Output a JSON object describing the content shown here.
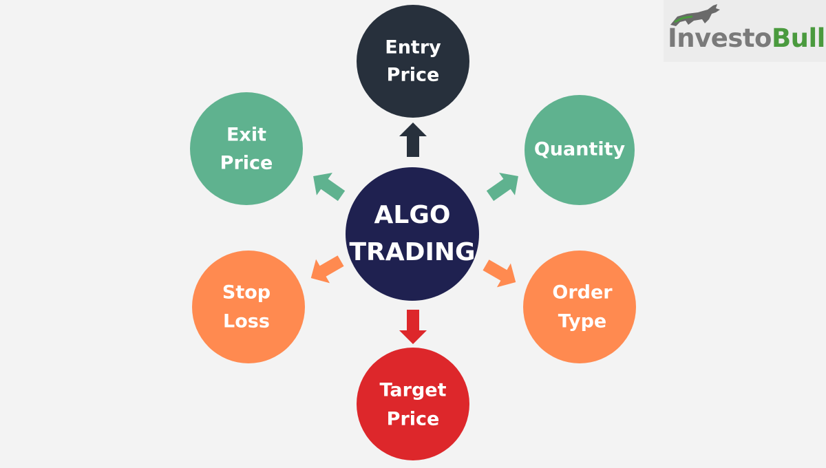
{
  "center": {
    "line1": "ALGO",
    "line2": "TRADING",
    "color": "#1f2150"
  },
  "nodes": [
    {
      "id": "entry-price",
      "line1": "Entry",
      "line2": "Price",
      "color": "#27303c"
    },
    {
      "id": "quantity",
      "line1": "Quantity",
      "line2": "",
      "color": "#5fb28f"
    },
    {
      "id": "order-type",
      "line1": "Order",
      "line2": "Type",
      "color": "#ff8a50"
    },
    {
      "id": "target-price",
      "line1": "Target",
      "line2": "Price",
      "color": "#dd272b"
    },
    {
      "id": "stop-loss",
      "line1": "Stop",
      "line2": "Loss",
      "color": "#ff8a50"
    },
    {
      "id": "exit-price",
      "line1": "Exit",
      "line2": "Price",
      "color": "#5fb28f"
    }
  ],
  "logo": {
    "text_part1": "Investo",
    "text_part2": "Bull",
    "accent_color": "#4a9a3e",
    "icon": "bull-icon"
  }
}
